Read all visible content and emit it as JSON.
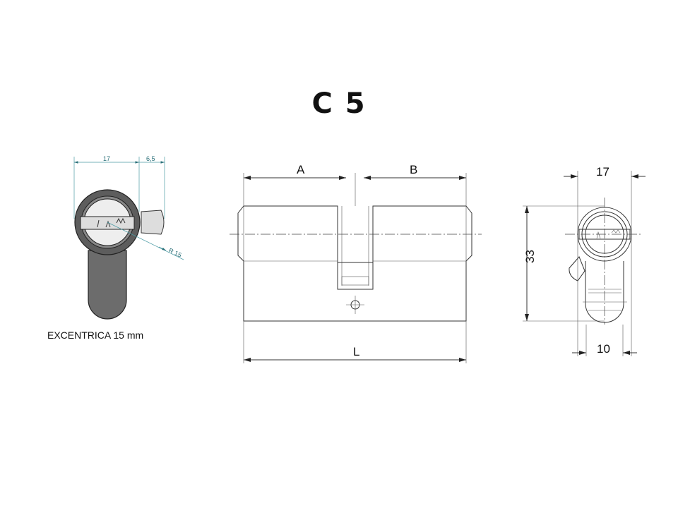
{
  "title": "C 5",
  "left_view": {
    "dim_width": "17",
    "dim_offset": "6,5",
    "dim_radius": "R 15",
    "caption": "EXCENTRICA 15 mm"
  },
  "front_view": {
    "dim_a": "A",
    "dim_b": "B",
    "dim_l": "L"
  },
  "side_view": {
    "dim_width": "17",
    "dim_height": "33",
    "dim_bottom": "10"
  }
}
